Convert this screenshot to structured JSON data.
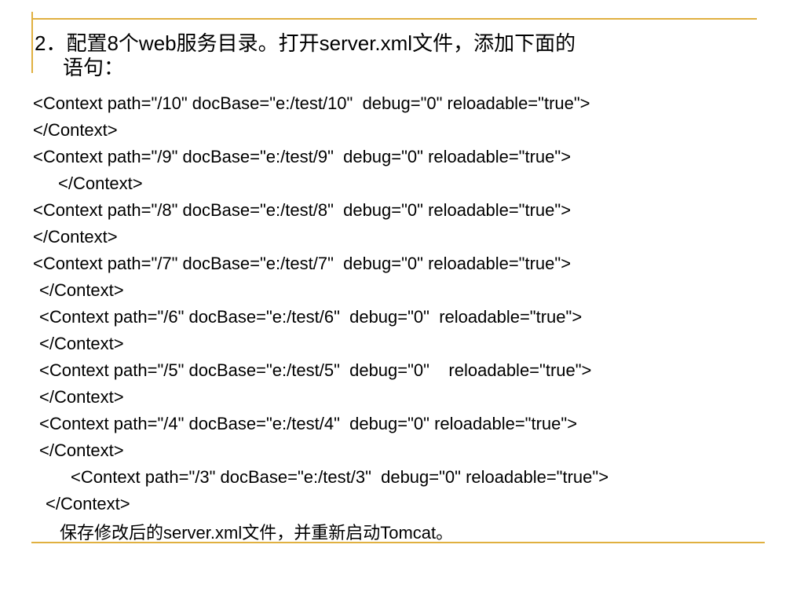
{
  "slide": {
    "heading_line1": "2．配置8个web服务目录。打开server.xml文件，添加下面的",
    "heading_line2": "语句：",
    "lines": [
      "<Context path=\"/10\" docBase=\"e:/test/10\"  debug=\"0\" reloadable=\"true\">",
      "</Context>",
      "<Context path=\"/9\" docBase=\"e:/test/9\"  debug=\"0\" reloadable=\"true\">",
      "</Context>",
      "<Context path=\"/8\" docBase=\"e:/test/8\"  debug=\"0\" reloadable=\"true\">",
      "</Context>",
      "<Context path=\"/7\" docBase=\"e:/test/7\"  debug=\"0\" reloadable=\"true\">",
      "</Context>",
      "<Context path=\"/6\" docBase=\"e:/test/6\"  debug=\"0\"  reloadable=\"true\">",
      "</Context>",
      "<Context path=\"/5\" docBase=\"e:/test/5\"  debug=\"0\"    reloadable=\"true\">",
      "</Context>",
      "<Context path=\"/4\" docBase=\"e:/test/4\"  debug=\"0\" reloadable=\"true\">",
      "</Context>",
      "<Context path=\"/3\" docBase=\"e:/test/3\"  debug=\"0\" reloadable=\"true\">",
      "</Context>"
    ],
    "footer": "保存修改后的server.xml文件，并重新启动Tomcat。"
  },
  "colors": {
    "accent_rule": "#e0b040",
    "text": "#000000"
  }
}
